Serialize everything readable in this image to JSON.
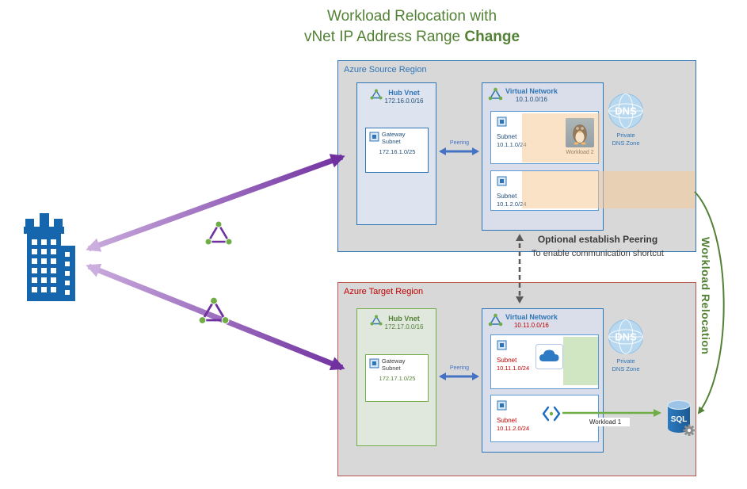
{
  "title": {
    "line1": "Workload Relocation with",
    "line2_prefix": "vNet IP Address Range ",
    "line2_bold": "Change"
  },
  "source_region": {
    "label": "Azure Source Region",
    "hub_vnet": {
      "title": "Hub Vnet",
      "cidr": "172.16.0.0/16",
      "gateway_title": "Gateway Subnet",
      "gateway_cidr": "172.16.1.0/25"
    },
    "peering_label": "Peering",
    "virtual_network": {
      "title": "Virtual Network",
      "cidr": "10.1.0.0/16",
      "subnet1": {
        "title": "Subnet",
        "cidr": "10.1.1.0/24"
      },
      "subnet1_workload": "Workload 2",
      "subnet2": {
        "title": "Subnet",
        "cidr": "10.1.2.0/24"
      }
    },
    "dns": {
      "globe_text": "DNS",
      "label_line1": "Private",
      "label_line2": "DNS Zone"
    }
  },
  "target_region": {
    "label": "Azure Target Region",
    "hub_vnet": {
      "title": "Hub Vnet",
      "cidr": "172.17.0.0/16",
      "gateway_title": "Gateway Subnet",
      "gateway_cidr": "172.17.1.0/25"
    },
    "peering_label": "Peering",
    "virtual_network": {
      "title": "Virtual Network",
      "cidr": "10.11.0.0/16",
      "subnet1": {
        "title": "Subnet",
        "cidr": "10.11.1.0/24"
      },
      "subnet2": {
        "title": "Subnet",
        "cidr": "10.11.2.0/24"
      },
      "subnet2_workload": "Workload 1"
    },
    "dns": {
      "globe_text": "DNS",
      "label_line1": "Private",
      "label_line2": "DNS Zone"
    }
  },
  "connector": {
    "title": "Optional establish Peering",
    "subtitle": "To enable communication shortcut"
  },
  "right_label": "Workload Relocation",
  "sql_icon_text": "SQL",
  "colors": {
    "title_green": "#538135",
    "source_blue": "#2e75b6",
    "target_red": "#c00000",
    "hub_green": "#70ad47",
    "purple_arrow": "#7030a0",
    "highlight_orange": "#f6cfa8",
    "highlight_green": "#a9d08e"
  }
}
